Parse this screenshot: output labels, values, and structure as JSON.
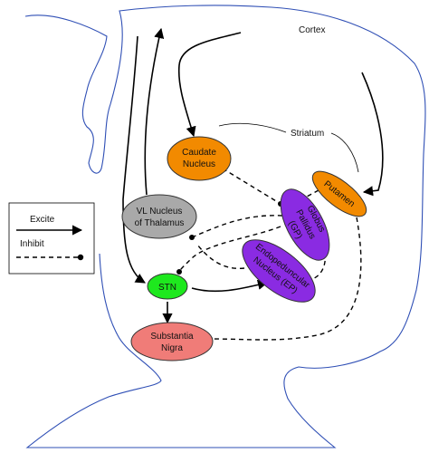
{
  "labels": {
    "cortex": "Cortex",
    "striatum": "Striatum"
  },
  "nodes": {
    "caudate": {
      "line1": "Caudate",
      "line2": "Nucleus",
      "color": "#f28a00"
    },
    "putamen": {
      "label": "Putamen",
      "color": "#f28a00"
    },
    "vl_thalamus": {
      "line1": "VL Nucleus",
      "line2": "of Thalamus",
      "color": "#a9a9a9"
    },
    "gp": {
      "line1": "Globus",
      "line2": "Pallidus",
      "line3": "(GP)",
      "color": "#8a2be2"
    },
    "ep": {
      "line1": "Endopeduncular",
      "line2": "Nucleus (EP)",
      "color": "#8a2be2"
    },
    "stn": {
      "label": "STN",
      "color": "#1ee81e"
    },
    "substantia_nigra": {
      "line1": "Substantia",
      "line2": "Nigra",
      "color": "#f07c78"
    }
  },
  "legend": {
    "excite": "Excite",
    "inhibit": "Inhibit"
  }
}
